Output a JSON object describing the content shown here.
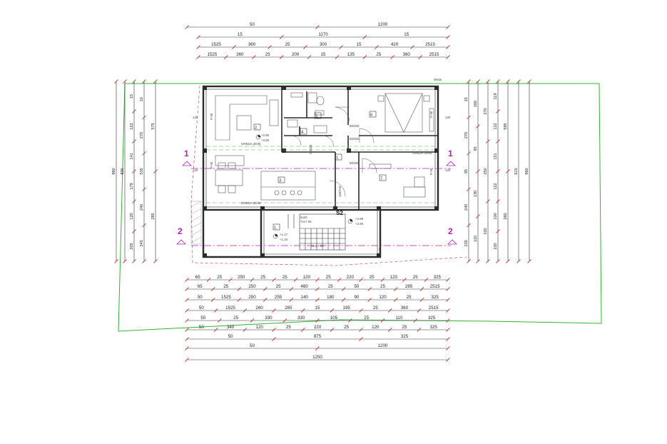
{
  "plan": {
    "boundary_label": "Meda",
    "stair_label": "S2",
    "section_labels": {
      "one": "1",
      "two": "2"
    },
    "colors": {
      "walls": "#2b2b2b",
      "boundary": "#2fb52f",
      "section_lines": "#b21fb2",
      "dimension_lines": "#333333",
      "ticks": "#c0392b",
      "beams": "#5aa85a"
    },
    "beam_labels": [
      "GREDA 20/45",
      "GREDA 20/45",
      "GREDA 20/45"
    ],
    "rooms": [
      {
        "num": "2.",
        "levels": [
          "+2.90",
          "+2.80"
        ]
      },
      {
        "num": "5."
      },
      {
        "num": "4."
      },
      {
        "num": "6."
      },
      {
        "num": "1."
      },
      {
        "num": "3."
      },
      {
        "num": "7."
      },
      {
        "num": "1.",
        "levels": [
          "+1.17",
          "+1.16"
        ]
      },
      {
        "num": "",
        "levels": [
          "+2.88",
          "+2.80"
        ]
      }
    ],
    "openings": [
      "80/200",
      "80/200",
      "80/200",
      "100/210",
      "20/200"
    ],
    "stair_texts": [
      "6x20",
      "7x17.05",
      "11x17.05"
    ],
    "window_marks": [
      "P-90",
      "P-90",
      "P-90",
      "P-90",
      "P-90"
    ],
    "window_widths": [
      "120",
      "120",
      "120",
      "120"
    ]
  },
  "dims_top": [
    [
      "50",
      "1200"
    ],
    [
      "15",
      "1170",
      "15"
    ],
    [
      "1525",
      "360",
      "25",
      "300",
      "15",
      "420",
      "2515"
    ],
    [
      "1525",
      "360",
      "25",
      "200",
      "15",
      "135",
      "25",
      "360",
      "2515"
    ]
  ],
  "dims_bottom": [
    [
      "65",
      "25",
      "250",
      "25",
      "25",
      "120",
      "25",
      "220",
      "25",
      "120",
      "25",
      "325"
    ],
    [
      "65",
      "25",
      "250",
      "25",
      "460",
      "25",
      "50",
      "25",
      "285",
      "2515"
    ],
    [
      "50",
      "1525",
      "250",
      "255",
      "140",
      "180",
      "90",
      "120",
      "25",
      "325"
    ],
    [
      "50",
      "1525",
      "260",
      "265",
      "15",
      "195",
      "25",
      "360",
      "2515"
    ],
    [
      "50",
      "25",
      "330",
      "330",
      "105",
      "25",
      "110",
      "325"
    ],
    [
      "50",
      "340",
      "120",
      "25",
      "220",
      "25",
      "120",
      "25",
      "325"
    ],
    [
      "50",
      "875",
      "325"
    ],
    [
      "50",
      "1200"
    ],
    [
      "1250"
    ]
  ],
  "dims_left": [
    [
      "860"
    ],
    [
      "830"
    ],
    [
      "15",
      "122",
      "141",
      "179",
      "120",
      "205"
    ],
    [
      "10",
      "270",
      "535",
      "240",
      "245"
    ],
    [
      "575",
      "285"
    ]
  ],
  "dims_right": [
    [
      "860"
    ],
    [
      "615"
    ],
    [
      "585",
      "260"
    ],
    [
      "119",
      "122",
      "151",
      "122",
      "100",
      "220"
    ],
    [
      "270",
      "250",
      "220"
    ],
    [
      "160",
      "95",
      "130",
      "110"
    ],
    [
      "15",
      "270",
      "95",
      "240",
      "235"
    ]
  ]
}
